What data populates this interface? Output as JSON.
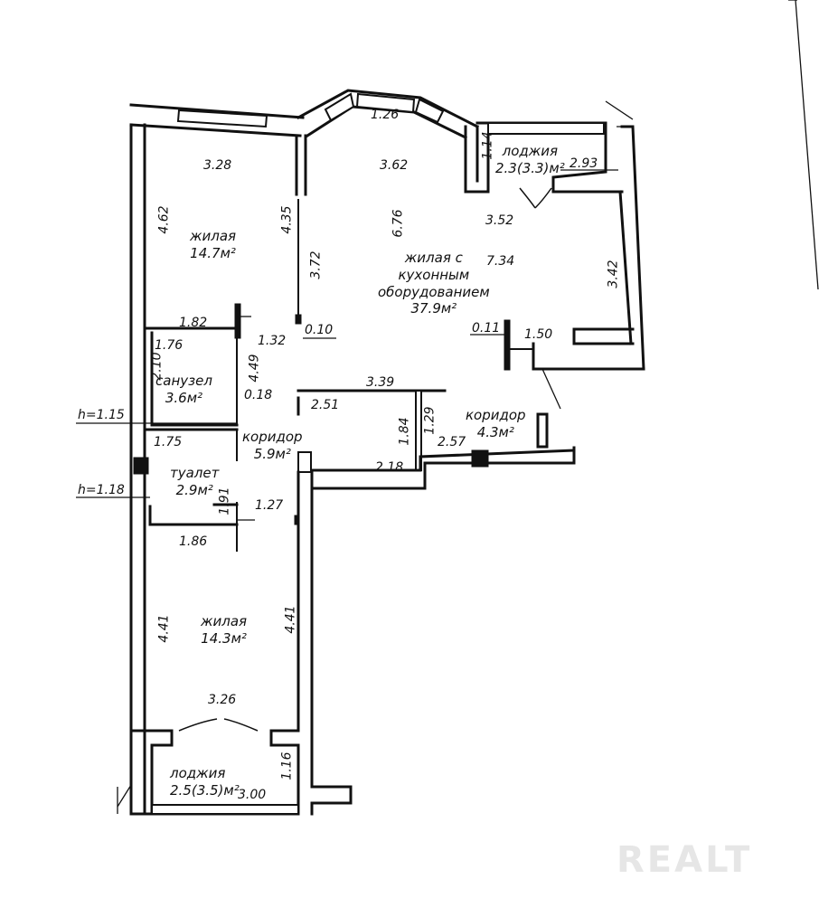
{
  "rooms": {
    "living_1": {
      "name": "жилая",
      "area": "14.7м²"
    },
    "living_kitchen": {
      "name": "жилая с кухонным оборудованием",
      "name_l1": "жилая с",
      "name_l2": "кухонным",
      "name_l3": "оборудованием",
      "area": "37.9м²"
    },
    "loggia_top": {
      "name": "лоджия",
      "area": "2.3(3.3)м²"
    },
    "bathroom": {
      "name": "санузел",
      "area": "3.6м²"
    },
    "corridor_1": {
      "name": "коридор",
      "area": "5.9м²"
    },
    "corridor_2": {
      "name": "коридор",
      "area": "4.3м²"
    },
    "toilet": {
      "name": "туалет",
      "area": "2.9м²"
    },
    "living_2": {
      "name": "жилая",
      "area": "14.3м²"
    },
    "loggia_bottom": {
      "name": "лоджия",
      "area": "2.5(3.5)м²"
    }
  },
  "dimensions": {
    "d_3_28": "3.28",
    "d_1_26": "1.26",
    "d_3_62": "3.62",
    "d_1_14": "1.14",
    "d_2_93": "2.93",
    "d_4_62": "4.62",
    "d_4_35": "4.35",
    "d_6_76": "6.76",
    "d_3_52": "3.52",
    "d_3_72": "3.72",
    "d_7_34": "7.34",
    "d_3_42": "3.42",
    "d_1_82": "1.82",
    "d_1_32": "1.32",
    "d_0_10": "0.10",
    "d_0_11": "0.11",
    "d_1_50": "1.50",
    "d_1_76": "1.76",
    "d_2_10": "2.10",
    "d_4_49": "4.49",
    "d_0_18": "0.18",
    "d_3_39": "3.39",
    "d_2_51": "2.51",
    "d_1_29": "1.29",
    "d_1_84": "1.84",
    "d_2_57": "2.57",
    "d_1_75": "1.75",
    "d_2_18": "2.18",
    "d_1_91": "1.91",
    "d_1_27": "1.27",
    "d_1_86": "1.86",
    "d_4_41_left": "4.41",
    "d_4_41_right": "4.41",
    "d_3_26": "3.26",
    "d_1_16": "1.16",
    "d_3_00": "3.00"
  },
  "heights": {
    "h1": "h=1.15",
    "h2": "h=1.18"
  },
  "watermark": "REALT"
}
